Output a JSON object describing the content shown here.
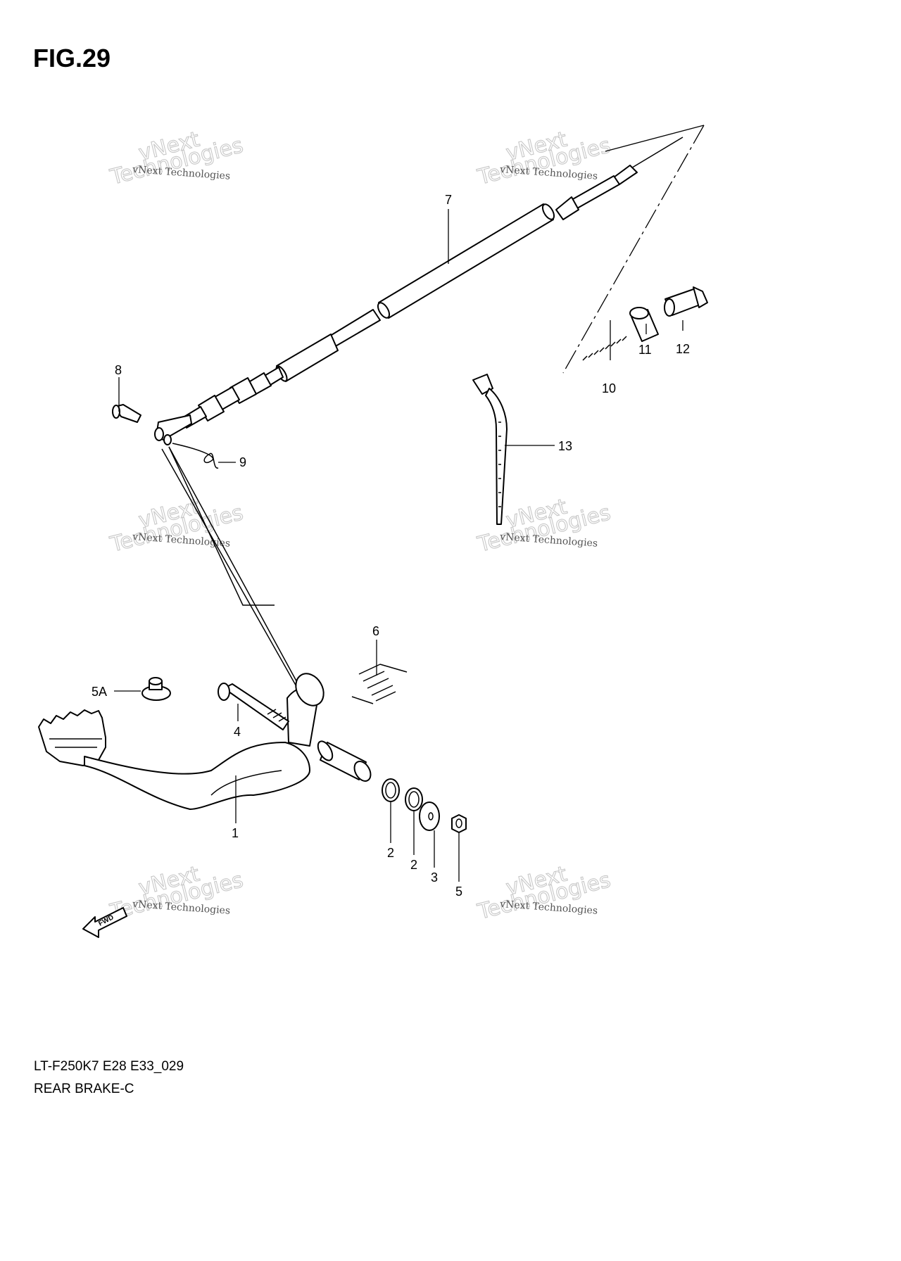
{
  "figure": {
    "title": "FIG.29"
  },
  "footer": {
    "model_code": "LT-F250K7 E28 E33_029",
    "section_title": "REAR BRAKE-C"
  },
  "watermark": {
    "line1": "vNext",
    "line2": "Technologies"
  },
  "fwd_arrow": {
    "label": "FWD"
  },
  "callouts": {
    "p1": "1",
    "p2a": "2",
    "p2b": "2",
    "p3": "3",
    "p4": "4",
    "p5": "5",
    "p5a": "5A",
    "p6": "6",
    "p7": "7",
    "p8": "8",
    "p9": "9",
    "p10": "10",
    "p11": "11",
    "p12": "12",
    "p13": "13"
  }
}
